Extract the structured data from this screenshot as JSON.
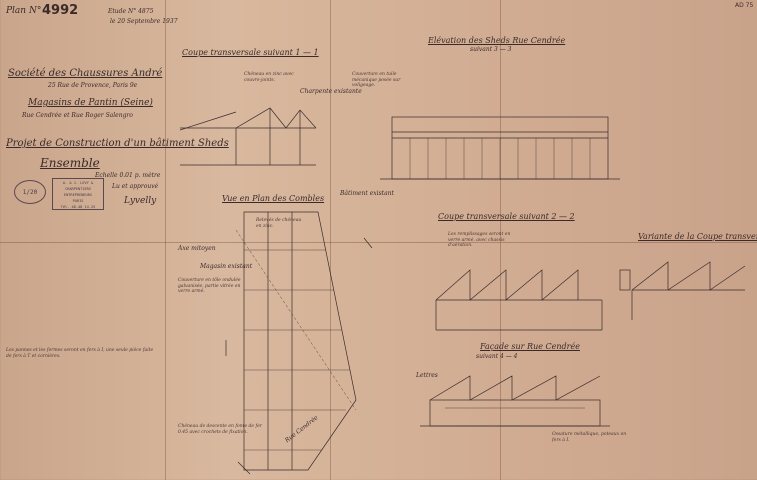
{
  "header": {
    "plan_prefix": "Plan N°",
    "plan_number": "4992",
    "ref": "Etude N° 4875",
    "date": "le 20 Septembre 1937",
    "archive_mark": "AD 75"
  },
  "title_block": {
    "company": "Société des Chaussures André",
    "address": "25 Rue de Provence, Paris 9e",
    "store": "Magasins de Pantin (Seine)",
    "store_address": "Rue Cendrée et Rue Roger Salengro",
    "project": "Projet de Construction d'un bâtiment Sheds",
    "subtitle": "Ensemble",
    "scale": "Echelle 0.01 p. mètre",
    "signature": "Lyvelly",
    "stamp_left": "1/20",
    "stamp_right_line1": "A. & J. LEVY & CHARPENTIERS",
    "stamp_right_line2": "ENTREPRENEURS",
    "stamp_right_line3": "PARIS",
    "stamp_right_line4": "Tél. 48-48 14-25",
    "approval_note": "Lu et approuvé"
  },
  "sections": {
    "coupe_1": "Coupe transversale suivant 1 — 1",
    "elevation": "Elévation des Sheds Rue Cendrée",
    "elevation_sub": "suivant 3 — 3",
    "plan": "Vue en Plan des Combles",
    "coupe_2": "Coupe transversale suivant 2 — 2",
    "variante": "Variante de la Coupe transversale",
    "facade": "Façade sur Rue Cendrée",
    "facade_sub": "suivant 4 — 4"
  },
  "labels": {
    "rue_cendree": "Rue Cendrée",
    "magasin_existant": "Magasin existant",
    "batiment_existant": "Bâtiment existant",
    "charpente_existante": "Charpente existante",
    "axe_mitoyen": "Axe mitoyen",
    "lettres_hauteur": "Lettres"
  },
  "notes": {
    "left_note": "Les pannes et les fermes seront en fers à I, une seule pièce faite de fers à T et cornières.",
    "plan_note_1": "Couverture en tôle ondulée galvanisée, partie vitrée en verre armé.",
    "plan_note_2": "Relevés de chéneau en zinc.",
    "coupe1_note": "Chéneau en zinc avec couvre-joints.",
    "elev_note": "Couverture en tuile mécanique posée sur voligeage.",
    "bottom_plan_note": "Chéneau de descente en fonte de fer 0.45 avec crochets de fixation.",
    "coupe2_note": "Les remplissages seront en verre armé, avec chassis d'aération.",
    "facade_note": "Ossature métallique, poteaux en fers à I."
  }
}
